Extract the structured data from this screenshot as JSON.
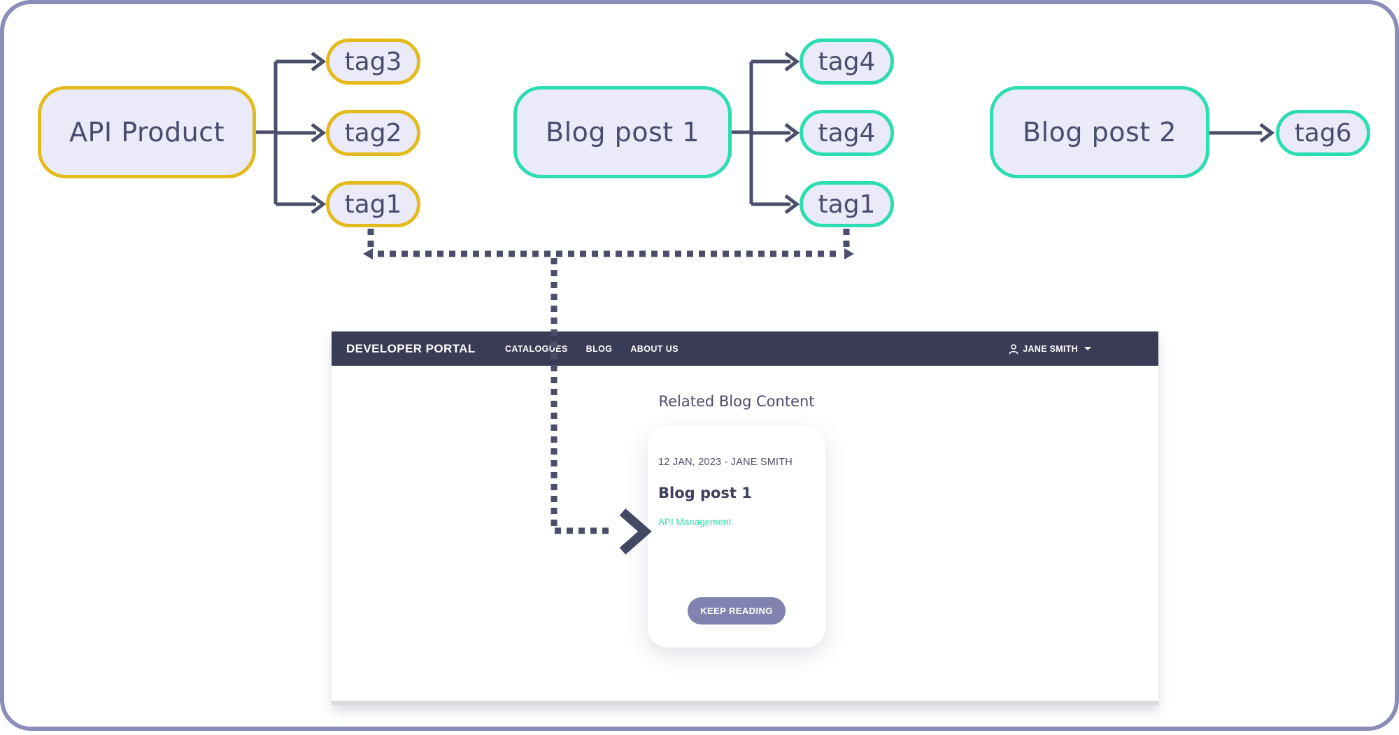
{
  "diagram": {
    "api_product": {
      "label": "API Product",
      "tags": [
        "tag3",
        "tag2",
        "tag1"
      ]
    },
    "blog_post_1": {
      "label": "Blog post 1",
      "tags": [
        "tag4",
        "tag4",
        "tag1"
      ]
    },
    "blog_post_2": {
      "label": "Blog post 2",
      "tags": [
        "tag6"
      ]
    },
    "colors": {
      "gold_border": "#E3BB1C",
      "teal_border": "#2BDDB1",
      "node_fill": "#EAEAF8",
      "node_text": "#4A4C6E",
      "connector": "#4A4E69",
      "frame_border": "#8B8CBA"
    }
  },
  "portal": {
    "brand": "DEVELOPER PORTAL",
    "nav_items": [
      "CATALOGUES",
      "BLOG",
      "ABOUT US"
    ],
    "user": {
      "name": "JANE SMITH"
    },
    "section_title": "Related Blog Content",
    "card": {
      "meta": "12 JAN, 2023 - JANE SMITH",
      "title": "Blog post 1",
      "tag": "API Management",
      "cta": "KEEP READING"
    },
    "colors": {
      "navbar_bg": "#3A3B55",
      "accent_teal": "#2EDCB2",
      "button_bg": "#8183AE"
    }
  }
}
